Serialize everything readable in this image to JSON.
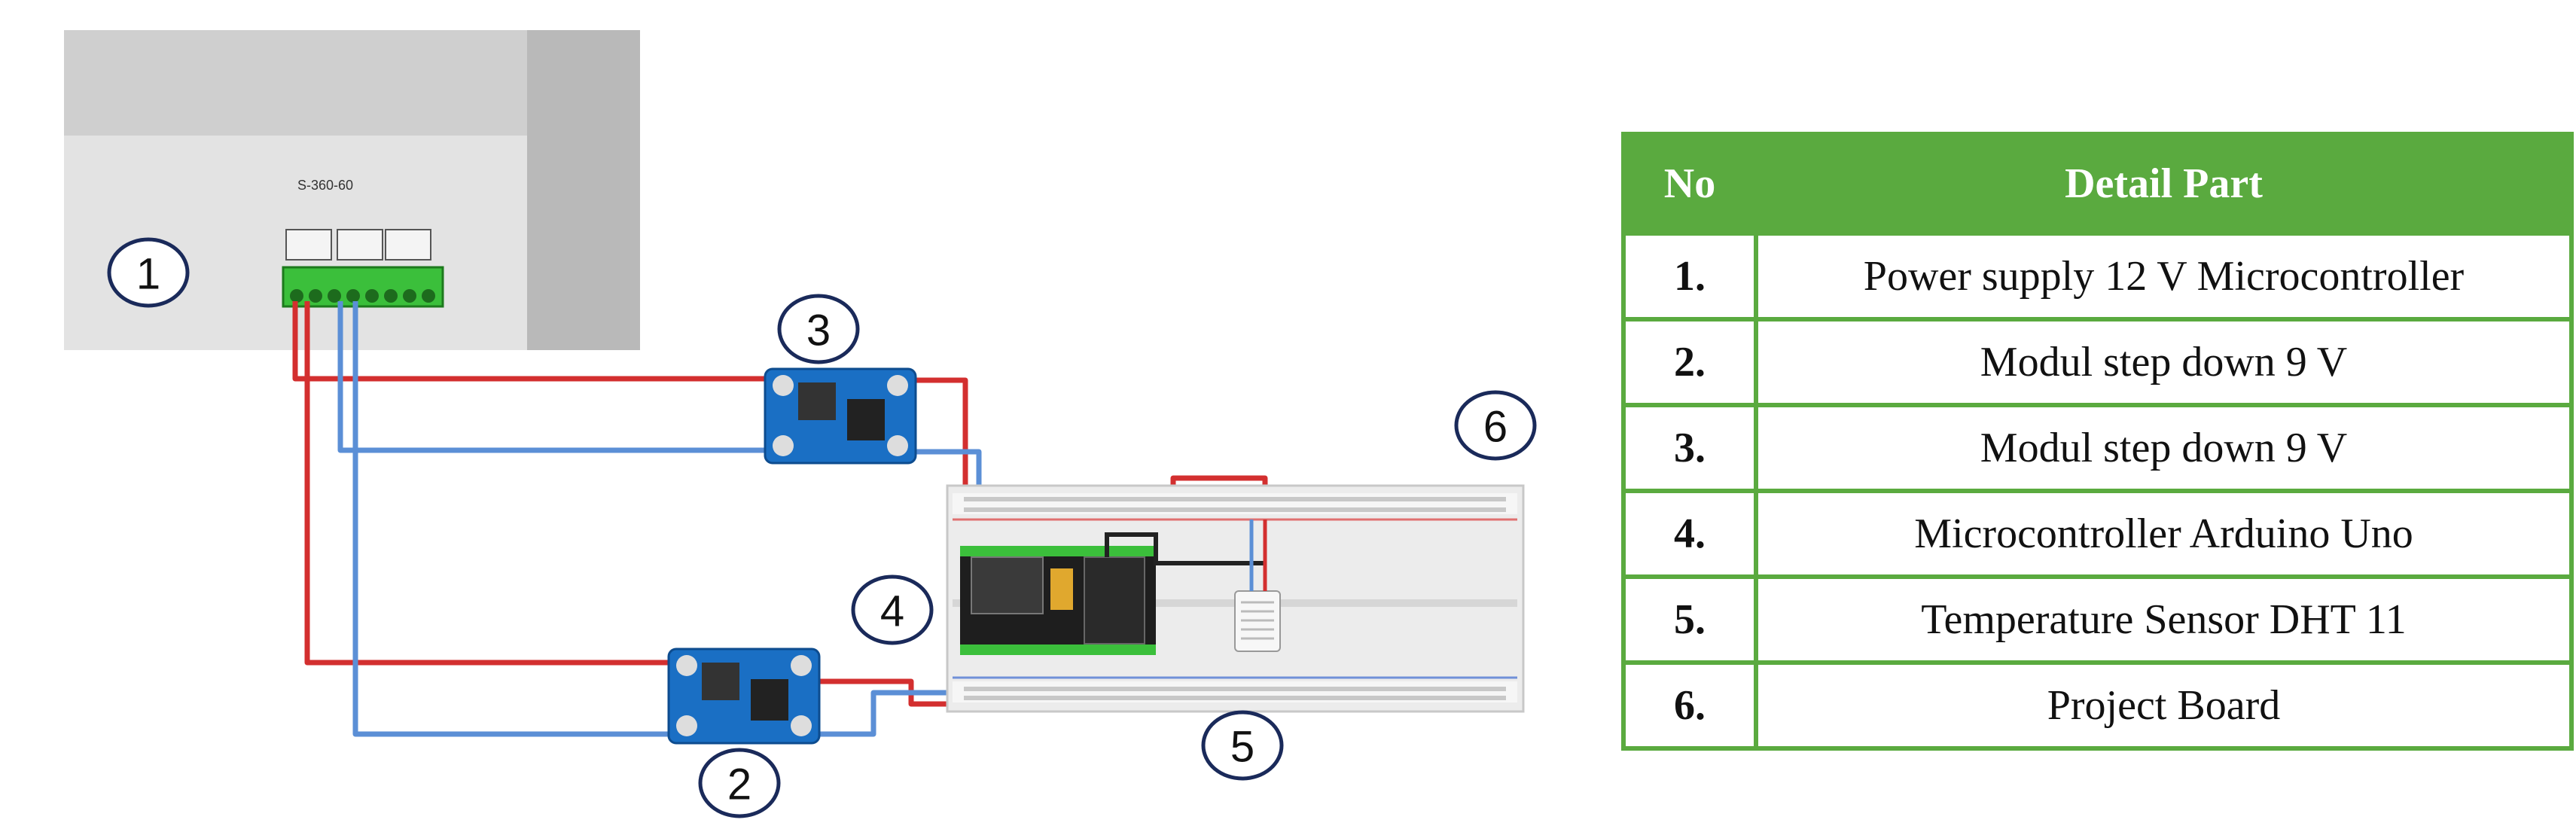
{
  "labels": {
    "power_supply": "1",
    "stepdown_lower": "2",
    "stepdown_upper": "3",
    "microcontroller": "4",
    "sensor": "5",
    "project_board": "6"
  },
  "power_supply_text": "S-360-60",
  "colors": {
    "wire_positive": "#d32f2f",
    "wire_negative": "#5b8fd6",
    "wire_signal": "#222222",
    "module_blue": "#1a6fc4",
    "terminal_green": "#3bbf3b",
    "table_green": "#5aaa3f"
  },
  "table": {
    "header_no": "No",
    "header_part": "Detail Part",
    "rows": [
      {
        "no": "1.",
        "part": "Power supply 12 V Microcontroller"
      },
      {
        "no": "2.",
        "part": "Modul step down 9 V"
      },
      {
        "no": "3.",
        "part": "Modul step down 9 V"
      },
      {
        "no": "4.",
        "part": "Microcontroller Arduino Uno"
      },
      {
        "no": "5.",
        "part": "Temperature Sensor DHT 11"
      },
      {
        "no": "6.",
        "part": "Project Board"
      }
    ]
  }
}
